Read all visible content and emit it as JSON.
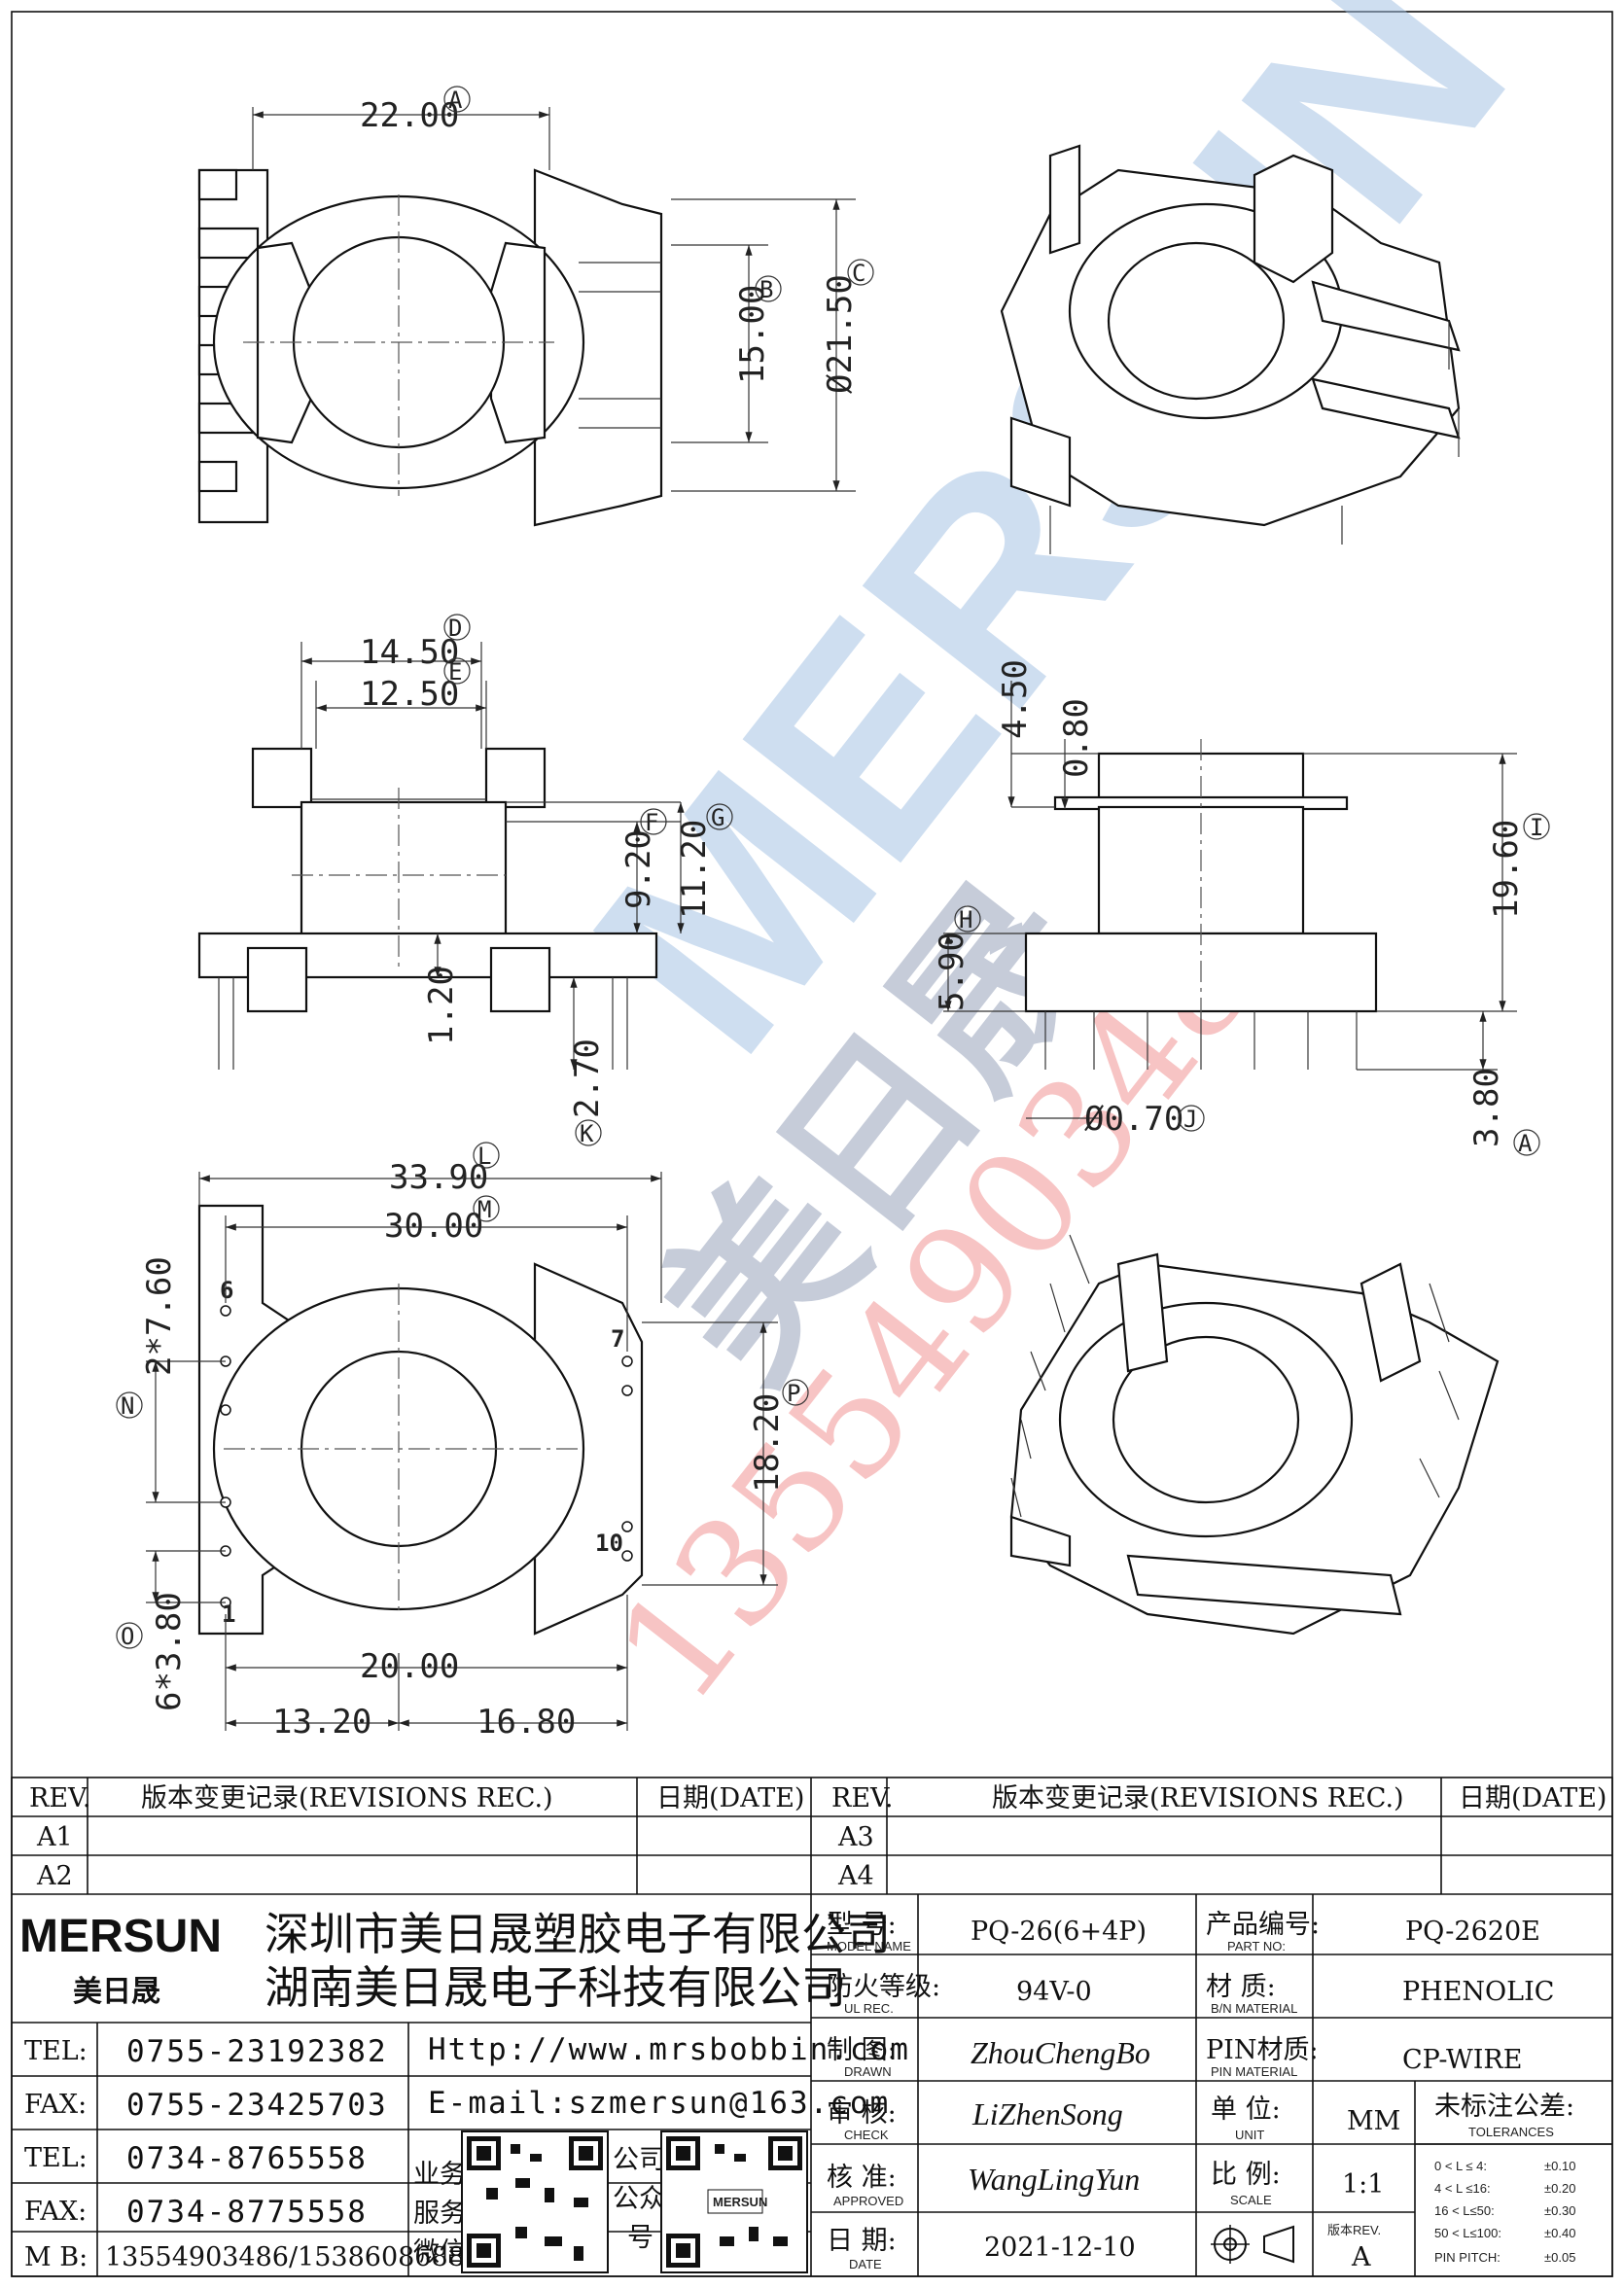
{
  "dimensions": {
    "top_width": "22.00",
    "top_width_ref": "A",
    "top_inner_height": "15.00",
    "top_inner_ref": "B",
    "top_dia": "Ø21.50",
    "top_dia_ref": "C",
    "side_outer": "14.50",
    "side_outer_ref": "D",
    "side_inner": "12.50",
    "side_inner_ref": "E",
    "side_h1": "9.20",
    "side_h1_ref": "F",
    "side_h2": "11.20",
    "side_h2_ref": "G",
    "side_base": "1.20",
    "side_pin": "2.70",
    "side_pin_ref": "K",
    "front_top": "4.50",
    "front_lip": "0.80",
    "front_height": "19.60",
    "front_height_ref": "I",
    "front_base": "5.90",
    "front_base_ref": "H",
    "pin_dia": "Ø0.70",
    "pin_dia_ref": "J",
    "pin_len": "3.80",
    "pin_len_ref": "A",
    "bottom_width": "33.90",
    "bottom_width_ref": "L",
    "bottom_inner": "30.00",
    "bottom_inner_ref": "M",
    "pitch_left": "2*7.60",
    "pitch_left_ref": "N",
    "bottom_height": "18.20",
    "bottom_height_ref": "P",
    "slot": "6*3.80",
    "slot_ref": "O",
    "pin_span": "20.00",
    "left_offset": "13.20",
    "right_offset": "16.80",
    "pin_num_6": "6",
    "pin_num_7": "7",
    "pin_num_10": "10",
    "pin_num_1": "1"
  },
  "watermark": {
    "brand": "MERSUN",
    "cn": "美日晟",
    "phone": "13554903486"
  },
  "revisions": {
    "rev_col": "REV.",
    "rec_col": "版本变更记录(REVISIONS REC.)",
    "date_col": "日期(DATE)",
    "rows_left": [
      "A1",
      "A2"
    ],
    "rows_right": [
      "A3",
      "A4"
    ]
  },
  "company": {
    "logo": "MERSUN",
    "logo_cn": "美日晟",
    "name1": "深圳市美日晟塑胶电子有限公司",
    "name2": "湖南美日晟电子科技有限公司",
    "tel1_label": "TEL:",
    "tel1": "0755-23192382",
    "fax1_label": "FAX:",
    "fax1": "0755-23425703",
    "tel2_label": "TEL:",
    "tel2": "0734-8765558",
    "fax2_label": "FAX:",
    "fax2": "0734-8775558",
    "mb_label": "M B:",
    "mb": "13554903486/15386086888",
    "web": "Http://www.mrsbobbin.com",
    "email": "E-mail:szmersun@163.com",
    "qr1_label": [
      "业务",
      "服务",
      "微信"
    ],
    "qr2_label": [
      "公司",
      "公众",
      "号"
    ],
    "qr2_brand": "MERSUN"
  },
  "spec": {
    "model_label": "型 号:",
    "model_en": "MODEL NAME",
    "model": "PQ-26(6+4P)",
    "partno_label": "产品编号:",
    "partno_en": "PART NO:",
    "partno": "PQ-2620E",
    "ul_label": "防火等级:",
    "ul_en": "UL REC.",
    "ul": "94V-0",
    "mat_label": "材 质:",
    "mat_en": "B/N MATERIAL",
    "mat": "PHENOLIC",
    "drawn_label": "制 图:",
    "drawn_en": "DRAWN",
    "drawn": "ZhouChengBo",
    "pinmat_label": "PIN材质:",
    "pinmat_en": "PIN MATERIAL",
    "pinmat": "CP-WIRE",
    "check_label": "审 核:",
    "check_en": "CHECK",
    "check": "LiZhenSong",
    "unit_label": "单 位:",
    "unit_en": "UNIT",
    "unit": "MM",
    "tol_label": "未标注公差:",
    "tol_en": "TOLERANCES",
    "approved_label": "核 准:",
    "approved_en": "APPROVED",
    "approved": "WangLingYun",
    "scale_label": "比 例:",
    "scale_en": "SCALE",
    "scale": "1:1",
    "date_label": "日 期:",
    "date_en": "DATE",
    "date": "2021-12-10",
    "ver_label": "版本REV.",
    "ver": "A",
    "tolerances": [
      {
        "range": "0 < L ≤ 4:",
        "val": "±0.10"
      },
      {
        "range": "4 < L ≤16:",
        "val": "±0.20"
      },
      {
        "range": "16 < L≤50:",
        "val": "±0.30"
      },
      {
        "range": "50 < L≤100:",
        "val": "±0.40"
      },
      {
        "range": "PIN PITCH:",
        "val": "±0.05"
      }
    ]
  }
}
